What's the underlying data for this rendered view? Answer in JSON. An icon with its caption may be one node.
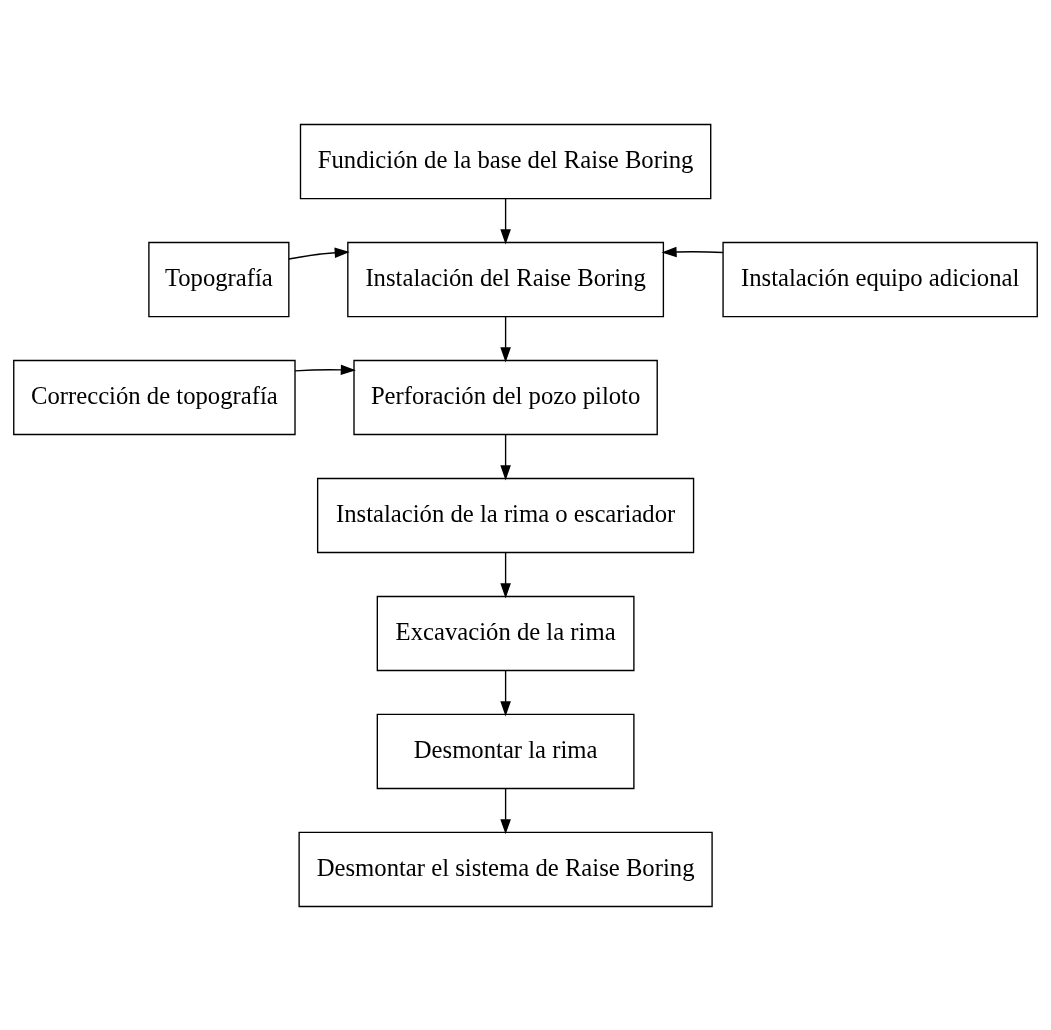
{
  "diagram": {
    "nodes": [
      {
        "text": [
          "Fundición de la base del Raise Boring"
        ]
      },
      {
        "text": [
          "Topografía"
        ]
      },
      {
        "text": [
          "Instalación del Raise Boring"
        ]
      },
      {
        "text": [
          "Instalación equipo adicional"
        ]
      },
      {
        "text": [
          "Corrección de topografía"
        ]
      },
      {
        "text": [
          "Perforación del pozo piloto"
        ]
      },
      {
        "text": [
          "Instalación de la rima o escariador"
        ]
      },
      {
        "text": [
          "Excavación de la rima"
        ]
      },
      {
        "text": [
          "Desmontar la rima"
        ]
      },
      {
        "text": [
          "Desmontar el sistema de Raise Boring"
        ]
      }
    ],
    "edges": [
      {
        "from": 0,
        "to": 2,
        "arrow": "to"
      },
      {
        "from": 1,
        "to": 2,
        "arrow": "to"
      },
      {
        "from": 3,
        "to": 2,
        "arrow": "to"
      },
      {
        "from": 2,
        "to": 5,
        "arrow": "to"
      },
      {
        "from": 4,
        "to": 5,
        "arrow": "to"
      },
      {
        "from": 5,
        "to": 6,
        "arrow": "to"
      },
      {
        "from": 6,
        "to": 7,
        "arrow": "to"
      },
      {
        "from": 7,
        "to": 8,
        "arrow": "to"
      },
      {
        "from": 8,
        "to": 9,
        "arrow": "to"
      }
    ]
  }
}
